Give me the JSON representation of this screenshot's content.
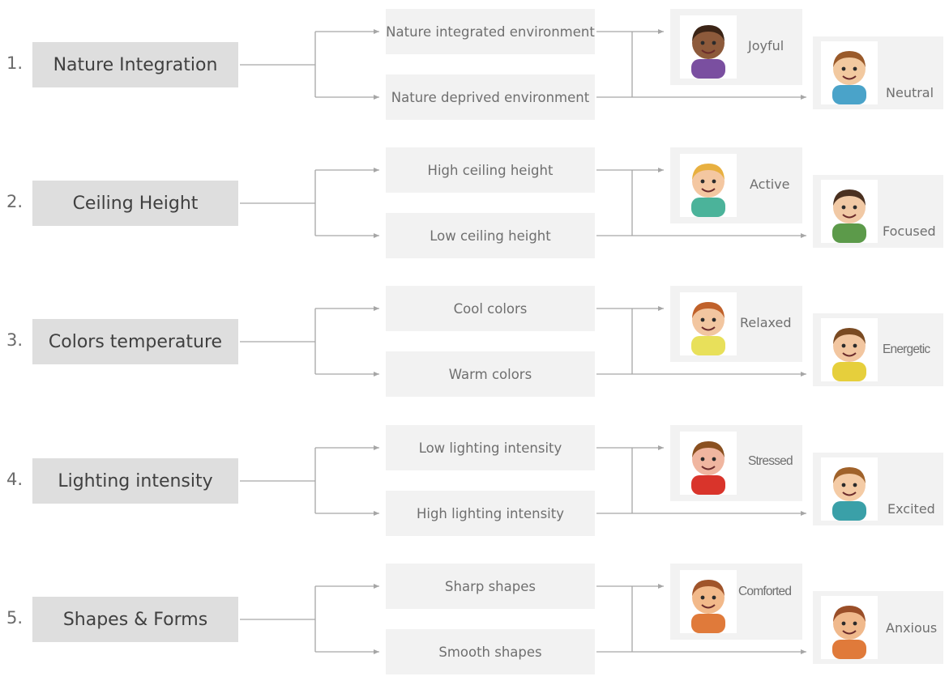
{
  "rows": [
    {
      "number": "1.",
      "factor": "Nature Integration",
      "conditions": [
        "Nature integrated environment",
        "Nature deprived environment"
      ],
      "emotions": [
        {
          "label": "Joyful",
          "icon": "joyful-child-icon",
          "skin": "#8d5a3b",
          "hair": "#3b2416",
          "shirt": "#7a4fa0"
        },
        {
          "label": "Neutral",
          "icon": "neutral-child-icon",
          "skin": "#f2c9a0",
          "hair": "#9a5a2a",
          "shirt": "#4aa3c9"
        }
      ]
    },
    {
      "number": "2.",
      "factor": "Ceiling Height",
      "conditions": [
        "High ceiling height",
        "Low ceiling height"
      ],
      "emotions": [
        {
          "label": "Active",
          "icon": "active-child-icon",
          "skin": "#f4c7a1",
          "hair": "#e8b040",
          "shirt": "#4bb39a"
        },
        {
          "label": "Focused",
          "icon": "focused-child-icon",
          "skin": "#f1c9a5",
          "hair": "#4a3020",
          "shirt": "#5c9a4a"
        }
      ]
    },
    {
      "number": "3.",
      "factor": "Colors temperature",
      "conditions": [
        "Cool colors",
        "Warm colors"
      ],
      "emotions": [
        {
          "label": "Relaxed",
          "icon": "relaxed-child-icon",
          "skin": "#f2c6a0",
          "hair": "#c0612a",
          "shirt": "#e8e05a"
        },
        {
          "label": "Energetic",
          "icon": "energetic-child-icon",
          "skin": "#f2c6a0",
          "hair": "#7a4a22",
          "shirt": "#e6cf3c"
        }
      ]
    },
    {
      "number": "4.",
      "factor": "Lighting intensity",
      "conditions": [
        "Low lighting intensity",
        "High lighting intensity"
      ],
      "emotions": [
        {
          "label": "Stressed",
          "icon": "stressed-child-icon",
          "skin": "#f0b6a0",
          "hair": "#8a5020",
          "shirt": "#d9342b"
        },
        {
          "label": "Excited",
          "icon": "excited-child-icon",
          "skin": "#f4cba5",
          "hair": "#a0622a",
          "shirt": "#3aa0a8"
        }
      ]
    },
    {
      "number": "5.",
      "factor": "Shapes & Forms",
      "conditions": [
        "Sharp shapes",
        "Smooth shapes"
      ],
      "emotions": [
        {
          "label": "Comforted",
          "icon": "comforted-child-icon",
          "skin": "#f2b98a",
          "hair": "#a0542a",
          "shirt": "#e07a3a"
        },
        {
          "label": "Anxious",
          "icon": "anxious-child-icon",
          "skin": "#f0b98c",
          "hair": "#9a4e28",
          "shirt": "#e07a3a"
        }
      ]
    }
  ],
  "colors": {
    "factor_box": "#dedede",
    "condition_box": "#f2f2f2",
    "emotion_box": "#f2f2f2",
    "connector": "#a6a6a6",
    "text": "#595959"
  }
}
